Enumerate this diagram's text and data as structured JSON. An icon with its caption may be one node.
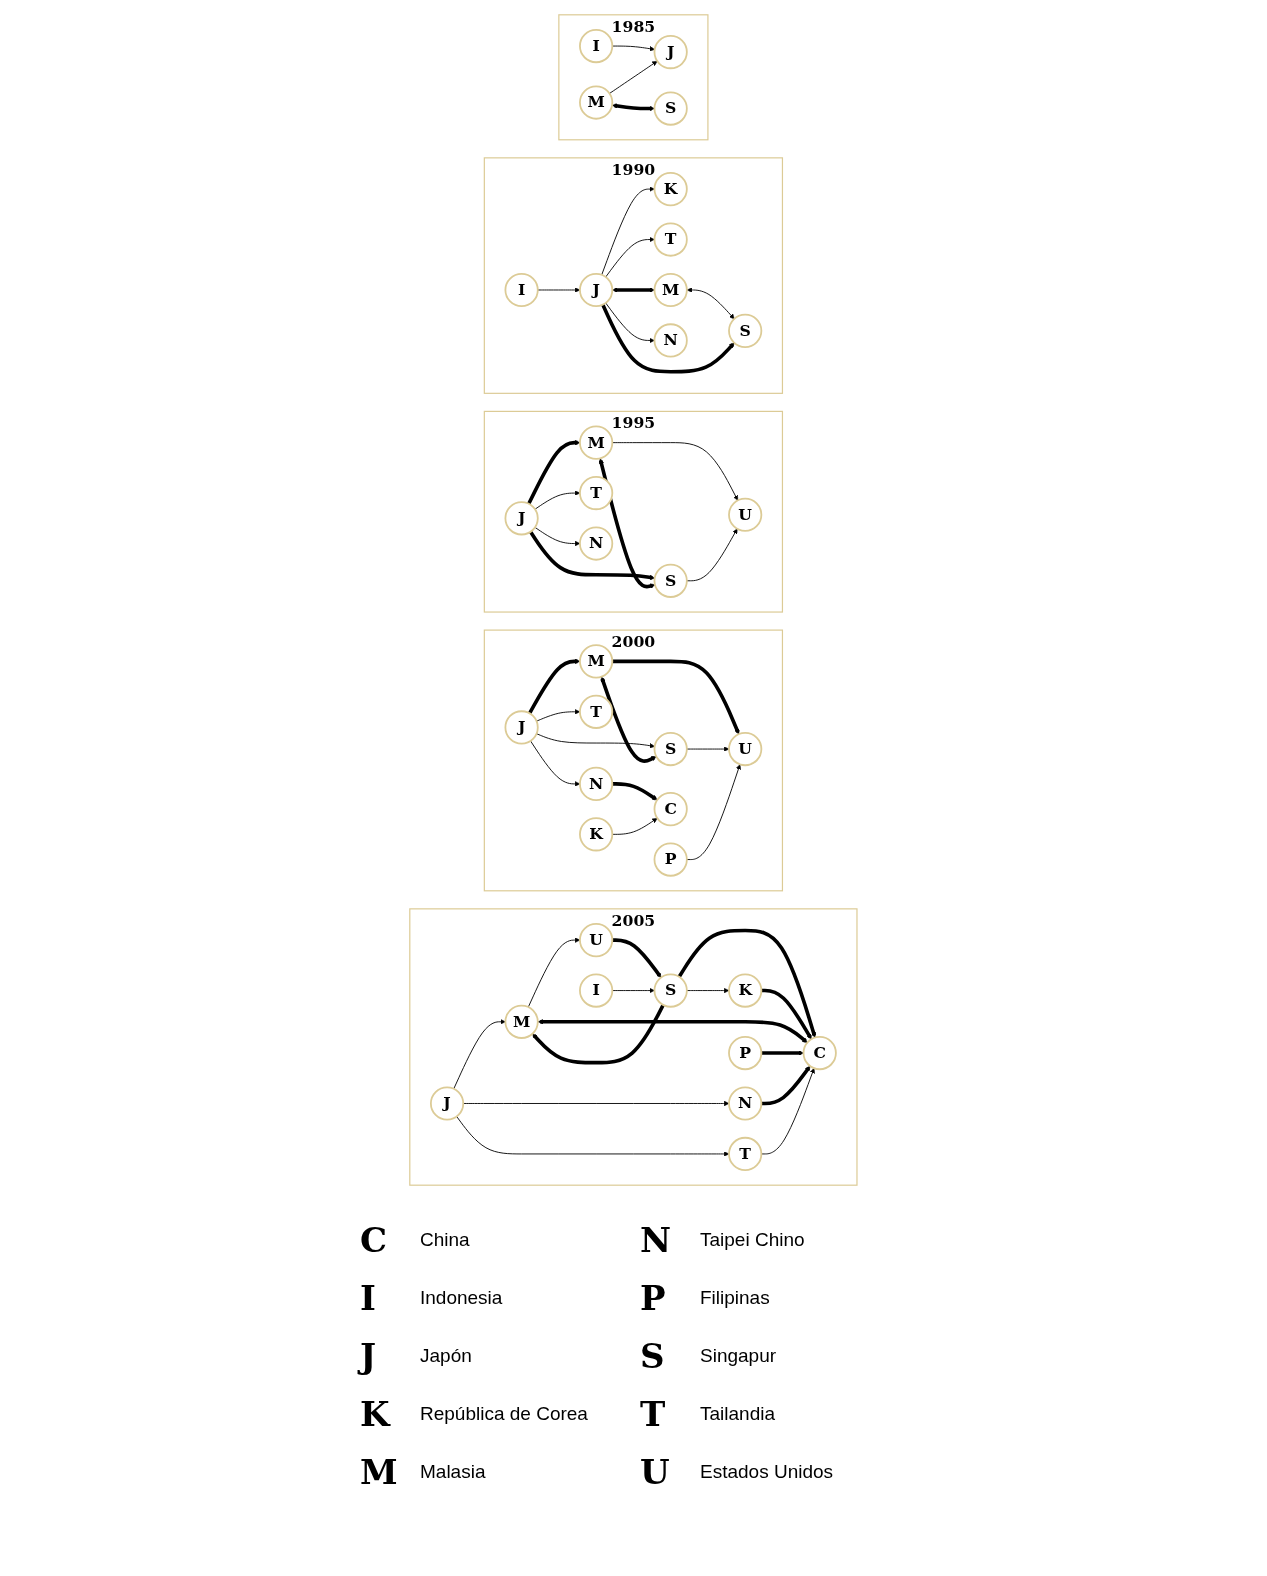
{
  "diagram": {
    "nodes": [
      {
        "text": [
          "1985"
        ]
      },
      {
        "text": [
          "M"
        ],
        "in": 0
      },
      {
        "text": [
          "J"
        ],
        "in": 0
      },
      {
        "text": [
          "S"
        ],
        "in": 0
      },
      {
        "text": [
          "I"
        ],
        "in": 0
      },
      {
        "text": [
          "1990"
        ]
      },
      {
        "text": [
          "K"
        ],
        "in": 5
      },
      {
        "text": [
          "M"
        ],
        "in": 5
      },
      {
        "text": [
          "T"
        ],
        "in": 5
      },
      {
        "text": [
          "J"
        ],
        "in": 5
      },
      {
        "text": [
          "S"
        ],
        "in": 5
      },
      {
        "text": [
          "I"
        ],
        "in": 5
      },
      {
        "text": [
          "N"
        ],
        "in": 5
      },
      {
        "text": [
          "1995"
        ]
      },
      {
        "text": [
          "M"
        ],
        "in": 13
      },
      {
        "text": [
          "T"
        ],
        "in": 13
      },
      {
        "text": [
          "J"
        ],
        "in": 13
      },
      {
        "text": [
          "U"
        ],
        "in": 13
      },
      {
        "text": [
          "S"
        ],
        "in": 13
      },
      {
        "text": [
          "N"
        ],
        "in": 13
      },
      {
        "text": [
          "2000"
        ]
      },
      {
        "text": [
          "M"
        ],
        "in": 20
      },
      {
        "text": [
          "T"
        ],
        "in": 20
      },
      {
        "text": [
          "J"
        ],
        "in": 20
      },
      {
        "text": [
          "U"
        ],
        "in": 20
      },
      {
        "text": [
          "P"
        ],
        "in": 20
      },
      {
        "text": [
          "S"
        ],
        "in": 20
      },
      {
        "text": [
          "N"
        ],
        "in": 20
      },
      {
        "text": [
          "K"
        ],
        "in": 20
      },
      {
        "text": [
          "C"
        ],
        "in": 20
      },
      {
        "text": [
          "2005"
        ]
      },
      {
        "text": [
          "M"
        ],
        "in": 30
      },
      {
        "text": [
          "J"
        ],
        "in": 30
      },
      {
        "text": [
          "U"
        ],
        "in": 30
      },
      {
        "text": [
          "N"
        ],
        "in": 30
      },
      {
        "text": [
          "S"
        ],
        "in": 30
      },
      {
        "text": [
          "T"
        ],
        "in": 30
      },
      {
        "text": [
          "C"
        ],
        "in": 30
      },
      {
        "text": [
          "I"
        ],
        "in": 30
      },
      {
        "text": [
          "K"
        ],
        "in": 30
      },
      {
        "text": [
          "P"
        ],
        "in": 30
      }
    ],
    "edges": [
      {
        "from": 1,
        "to": 2,
        "arrow": "to"
      },
      {
        "from": 4,
        "to": 2,
        "arrow": "to"
      },
      {
        "from": 1,
        "to": 3,
        "arrow": "both",
        "style": "thick"
      },
      {
        "from": 9,
        "to": 6,
        "arrow": "to"
      },
      {
        "from": 9,
        "to": 8,
        "arrow": "to"
      },
      {
        "from": 11,
        "to": 9,
        "arrow": "to"
      },
      {
        "from": 9,
        "to": 7,
        "arrow": "both",
        "style": "thick"
      },
      {
        "from": 7,
        "to": 10,
        "arrow": "both"
      },
      {
        "from": 9,
        "to": 10,
        "arrow": "to",
        "style": "thick"
      },
      {
        "from": 9,
        "to": 12,
        "arrow": "to"
      },
      {
        "from": 16,
        "to": 15,
        "arrow": "to"
      },
      {
        "from": 16,
        "to": 14,
        "arrow": "to",
        "style": "thick"
      },
      {
        "from": 16,
        "to": 18,
        "arrow": "to",
        "style": "thick"
      },
      {
        "from": 16,
        "to": 19,
        "arrow": "to"
      },
      {
        "from": 14,
        "to": 18,
        "arrow": "both",
        "style": "thick"
      },
      {
        "from": 14,
        "to": 17,
        "arrow": "to"
      },
      {
        "from": 18,
        "to": 17,
        "arrow": "to"
      },
      {
        "from": 23,
        "to": 22,
        "arrow": "to"
      },
      {
        "from": 23,
        "to": 21,
        "arrow": "to",
        "style": "thick"
      },
      {
        "from": 23,
        "to": 26,
        "arrow": "to"
      },
      {
        "from": 23,
        "to": 27,
        "arrow": "to"
      },
      {
        "from": 21,
        "to": 26,
        "arrow": "both",
        "style": "thick"
      },
      {
        "from": 21,
        "to": 24,
        "arrow": "to",
        "style": "thick"
      },
      {
        "from": 26,
        "to": 24,
        "arrow": "to"
      },
      {
        "from": 25,
        "to": 24,
        "arrow": "to"
      },
      {
        "from": 27,
        "to": 29,
        "arrow": "to",
        "style": "thick"
      },
      {
        "from": 28,
        "to": 29,
        "arrow": "to"
      },
      {
        "from": 32,
        "to": 31,
        "arrow": "to"
      },
      {
        "from": 32,
        "to": 34,
        "arrow": "to"
      },
      {
        "from": 32,
        "to": 36,
        "arrow": "to"
      },
      {
        "from": 31,
        "to": 33,
        "arrow": "to"
      },
      {
        "from": 33,
        "to": 35,
        "arrow": "to",
        "style": "thick"
      },
      {
        "from": 35,
        "to": 31,
        "arrow": "to",
        "style": "thick"
      },
      {
        "from": 31,
        "to": 37,
        "arrow": "both",
        "style": "thick"
      },
      {
        "from": 34,
        "to": 37,
        "arrow": "to",
        "style": "thick"
      },
      {
        "from": 36,
        "to": 37,
        "arrow": "to"
      },
      {
        "from": 35,
        "to": 37,
        "arrow": "to",
        "style": "thick"
      },
      {
        "from": 38,
        "to": 35,
        "arrow": "to"
      },
      {
        "from": 35,
        "to": 39,
        "arrow": "to"
      },
      {
        "from": 39,
        "to": 37,
        "arrow": "to",
        "style": "thick"
      },
      {
        "from": 40,
        "to": 37,
        "arrow": "to",
        "style": "thick"
      }
    ],
    "labels": [
      "C",
      "China",
      "N",
      "Taipei Chino",
      "I",
      "Indonesia",
      "P",
      "Filipinas",
      "J",
      "Japón",
      "S",
      "Singapur",
      "K",
      "República de Corea",
      "T",
      "Tailandia",
      "M",
      "Malasia",
      "U",
      "Estados Unidos"
    ]
  }
}
